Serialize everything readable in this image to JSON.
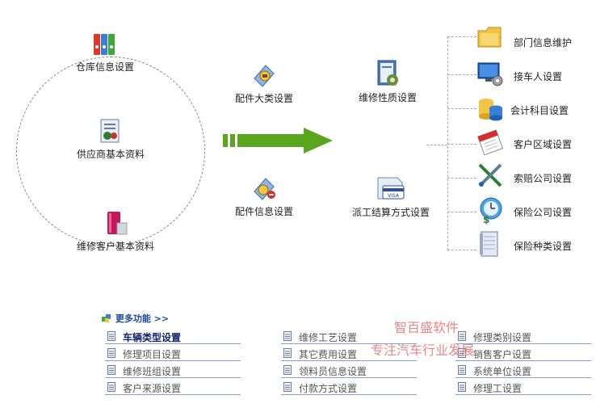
{
  "left_group": {
    "warehouse": "仓库信息设置",
    "supplier": "供应商基本资料",
    "customer": "维修客户基本资料"
  },
  "middle": {
    "parts_category": "配件大类设置",
    "parts_info": "配件信息设置",
    "repair_nature": "维修性质设置",
    "dispatch_settlement": "派工结算方式设置"
  },
  "right_list": [
    {
      "label": "部门信息维护",
      "icon": "folder-icon"
    },
    {
      "label": "接车人设置",
      "icon": "monitor-gear-icon"
    },
    {
      "label": "会计科目设置",
      "icon": "database-icon"
    },
    {
      "label": "客户区域设置",
      "icon": "calendar-icon"
    },
    {
      "label": "索赔公司设置",
      "icon": "tools-icon"
    },
    {
      "label": "保险公司设置",
      "icon": "clock-dollar-icon"
    },
    {
      "label": "保险种类设置",
      "icon": "notebook-icon"
    }
  ],
  "more": {
    "title": "更多功能 >>",
    "items": [
      [
        "车辆类型设置",
        "维修工艺设置",
        "修理类别设置"
      ],
      [
        "修理项目设置",
        "其它费用设置",
        "销售客户设置"
      ],
      [
        "维修班组设置",
        "领料员信息设置",
        "系统单位设置"
      ],
      [
        "客户来源设置",
        "付款方式设置",
        "修理工设置"
      ]
    ]
  },
  "watermark": {
    "line1": "智百盛软件",
    "line2": "专注汽车行业发展"
  },
  "colors": {
    "arrow_green": "#5aa61e",
    "link_blue": "#1a4a9a",
    "underline": "#8aa0c8",
    "watermark": "#e87a7a"
  }
}
